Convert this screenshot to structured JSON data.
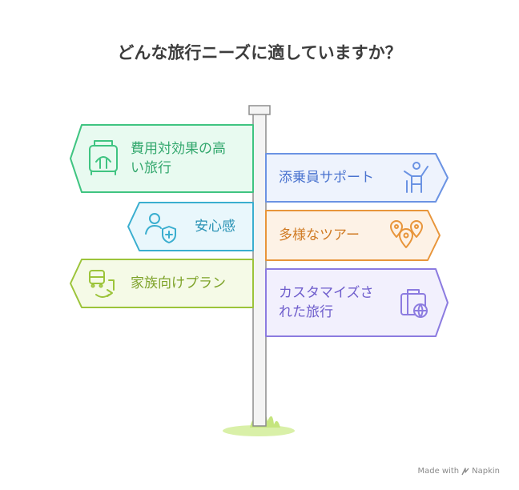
{
  "title": "どんな旅行ニーズに適していますか？",
  "signs": [
    {
      "id": "cost",
      "lines": [
        "費用対効果の高",
        "い旅行"
      ],
      "stroke": "#3fc481",
      "fill": "#e8faf0",
      "text_color": "#34a86e",
      "icon": "budget-wallet-icon"
    },
    {
      "id": "escort",
      "lines": [
        "添乗員サポート"
      ],
      "stroke": "#6b93e3",
      "fill": "#eef3fd",
      "text_color": "#4a73cf",
      "icon": "guide-person-icon"
    },
    {
      "id": "safety",
      "lines": [
        "安心感"
      ],
      "stroke": "#3aaecf",
      "fill": "#e9f7fc",
      "text_color": "#2a93b5",
      "icon": "user-shield-icon"
    },
    {
      "id": "group",
      "lines": [
        "多様なツアー"
      ],
      "stroke": "#e8953a",
      "fill": "#fdf2e6",
      "text_color": "#d07a22",
      "icon": "map-pins-icon"
    },
    {
      "id": "family",
      "lines": [
        "家族向けプラン"
      ],
      "stroke": "#9cc43a",
      "fill": "#f5fae7",
      "text_color": "#7ea32a",
      "icon": "family-bus-icon"
    },
    {
      "id": "custom",
      "lines": [
        "カスタマイズさ",
        "れた旅行"
      ],
      "stroke": "#8c7be0",
      "fill": "#f2f0fd",
      "text_color": "#6e5dcc",
      "icon": "luggage-globe-icon"
    }
  ],
  "watermark": {
    "text": "Made with",
    "brand": "Napkin"
  }
}
